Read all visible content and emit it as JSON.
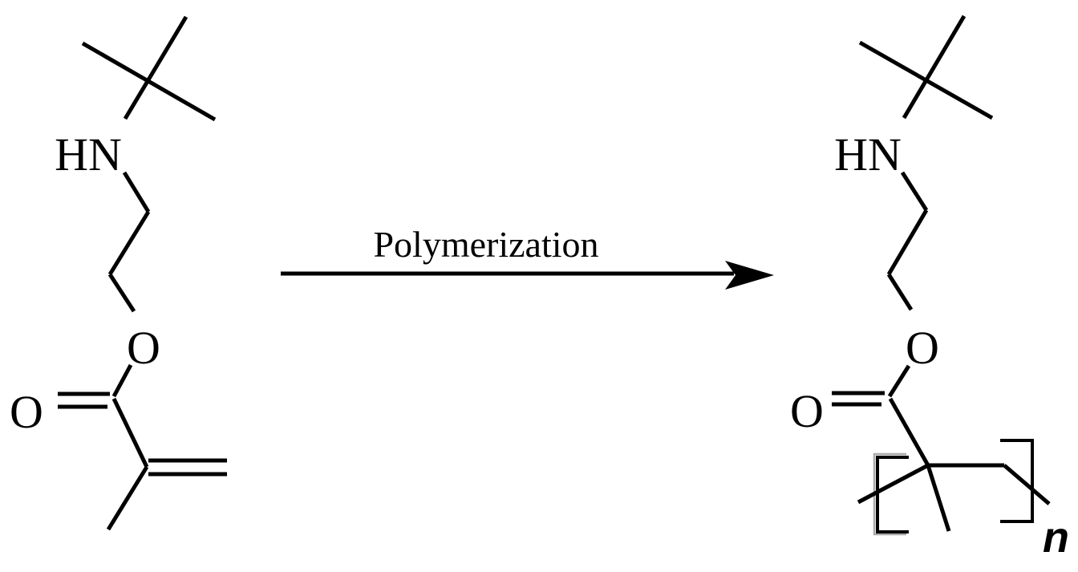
{
  "figure": {
    "arrow_label": "Polymerization",
    "reactant": {
      "amine_label": "HN",
      "ester_o_label": "O",
      "carbonyl_o_label": "O"
    },
    "product": {
      "amine_label": "HN",
      "ester_o_label": "O",
      "carbonyl_o_label": "O",
      "repeat_subscript": "n"
    },
    "colors": {
      "ink": "#000000",
      "background": "#ffffff",
      "bracket_shadow": "#aaaaaa"
    }
  }
}
